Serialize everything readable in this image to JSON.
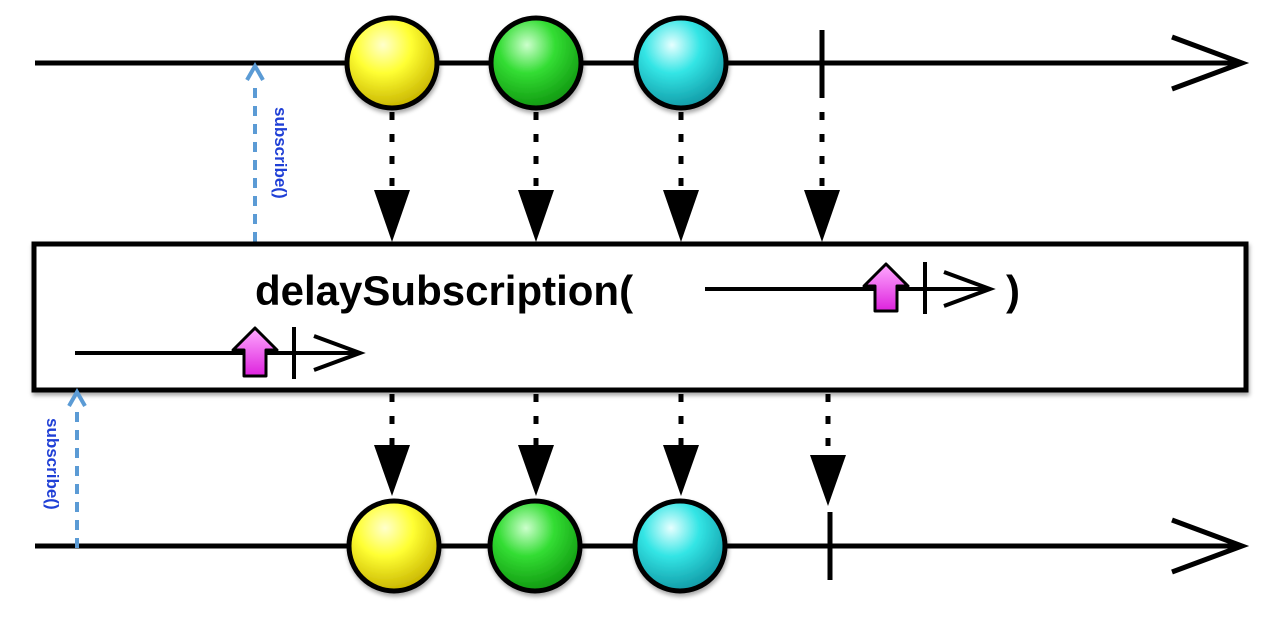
{
  "operator": {
    "name": "delaySubscription(",
    "close_paren": ")"
  },
  "subscribe_labels": {
    "upper": "subscribe()",
    "lower": "subscribe()"
  },
  "colors": {
    "line": "#000000",
    "subscribe_arrow": "#5b9bd5",
    "subscribe_text": "#1f3fd6",
    "marker": "#ee33ee",
    "yellow": "#ffff33",
    "green": "#33dd33",
    "cyan": "#33e5e5"
  },
  "source_stream": {
    "items": [
      {
        "color": "yellow"
      },
      {
        "color": "green"
      },
      {
        "color": "cyan"
      }
    ],
    "completes": true
  },
  "result_stream": {
    "items": [
      {
        "color": "yellow"
      },
      {
        "color": "green"
      },
      {
        "color": "cyan"
      }
    ],
    "completes": true
  }
}
